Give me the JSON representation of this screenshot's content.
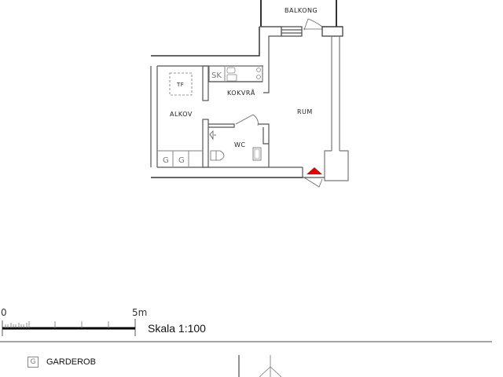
{
  "plan": {
    "rooms": {
      "balkong": "BALKONG",
      "kokvra": "KOKVRÅ",
      "alkov": "ALKOV",
      "rum": "RUM",
      "wc": "WC",
      "tf": "TF",
      "sk": "SK",
      "g1": "G",
      "g2": "G"
    },
    "entrance_marker_color": "#e00000"
  },
  "scale": {
    "start_label": "0",
    "end_label": "5m",
    "text": "Skala 1:100"
  },
  "legend": {
    "items": [
      {
        "symbol": "G",
        "label": "GARDEROB"
      }
    ]
  }
}
